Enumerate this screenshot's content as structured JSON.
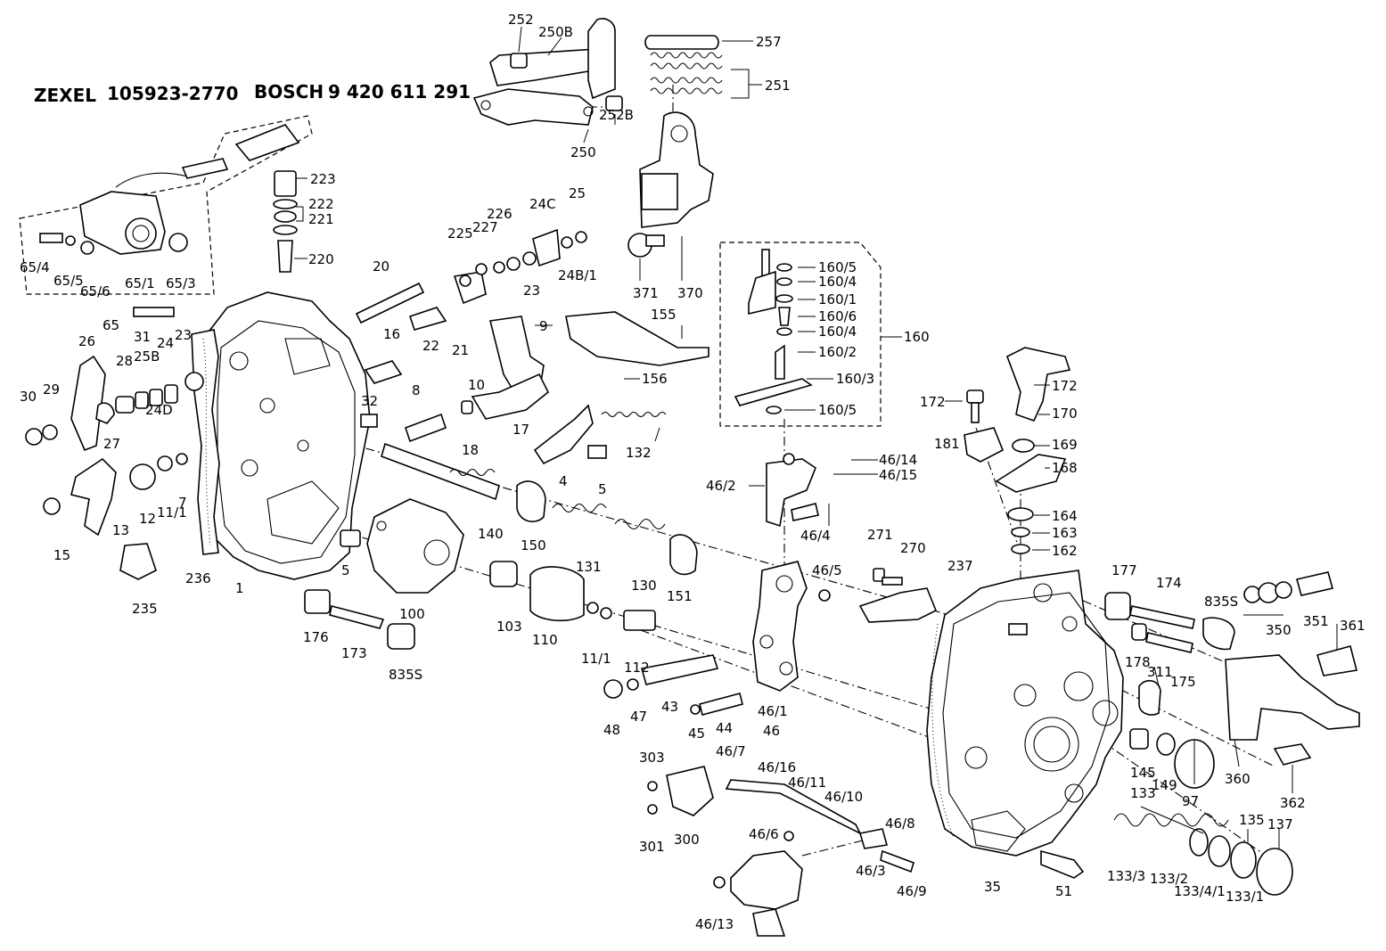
{
  "header": {
    "brand1": "ZEXEL",
    "code1": "105923-2770",
    "brand2": "BOSCH",
    "code2": "9 420 611 291"
  },
  "callouts": {
    "252": "252",
    "250B": "250B",
    "257": "257",
    "251": "251",
    "250": "250",
    "252B": "252B",
    "223": "223",
    "222": "222",
    "221": "221",
    "220": "220",
    "225": "225",
    "227": "227",
    "226": "226",
    "240": "24C",
    "25": "25",
    "248_1": "24B/1",
    "23a": "23",
    "371": "371",
    "370": "370",
    "65_4": "65/4",
    "65_5": "65/5",
    "65_6": "65/6",
    "65_1": "65/1",
    "65_3": "65/3",
    "65": "65",
    "20": "20",
    "22": "22",
    "21": "21",
    "9": "9",
    "155": "155",
    "156": "156",
    "160_5a": "160/5",
    "160_4a": "160/4",
    "160_1": "160/1",
    "160_6": "160/6",
    "160_4b": "160/4",
    "160_2": "160/2",
    "160_3": "160/3",
    "160_5b": "160/5",
    "160": "160",
    "31": "31",
    "26": "26",
    "24": "24",
    "23b": "23",
    "25B": "25B",
    "28": "28",
    "30": "30",
    "29": "29",
    "27": "27",
    "24D": "24D",
    "16": "16",
    "32": "32",
    "8": "8",
    "10": "10",
    "18": "18",
    "17": "17",
    "132": "132",
    "172a": "172",
    "172b": "172",
    "170": "170",
    "169": "169",
    "181": "181",
    "168": "168",
    "46_14": "46/14",
    "46_15": "46/15",
    "46_2": "46/2",
    "46_4": "46/4",
    "164": "164",
    "163": "163",
    "162": "162",
    "4": "4",
    "5a": "5",
    "13": "13",
    "12": "12",
    "11_1a": "11/1",
    "7": "7",
    "15": "15",
    "140": "140",
    "150": "150",
    "131": "131",
    "130": "130",
    "151": "151",
    "236": "236",
    "1": "1",
    "5b": "5",
    "100": "100",
    "235": "235",
    "271": "271",
    "270": "270",
    "46_5": "46/5",
    "237": "237",
    "177": "177",
    "174": "174",
    "835S_a": "835S",
    "350": "350",
    "351": "351",
    "361": "361",
    "176": "176",
    "173": "173",
    "835S_b": "835S",
    "103": "103",
    "110": "110",
    "11_1b": "11/1",
    "112": "112",
    "178": "178",
    "311": "311",
    "175": "175",
    "48": "48",
    "47": "47",
    "43": "43",
    "45": "45",
    "44": "44",
    "46_1": "46/1",
    "46": "46",
    "145": "145",
    "149": "149",
    "97": "97",
    "360": "360",
    "362": "362",
    "303": "303",
    "46_7": "46/7",
    "46_16": "46/16",
    "46_11": "46/11",
    "46_10": "46/10",
    "301": "301",
    "300": "300",
    "46_6": "46/6",
    "46_8": "46/8",
    "46_3": "46/3",
    "46_9": "46/9",
    "46_13": "46/13",
    "35": "35",
    "51": "51",
    "133": "133",
    "135": "135",
    "137": "137",
    "133_3": "133/3",
    "133_2": "133/2",
    "133_4_1": "133/4/1",
    "133_1": "133/1"
  }
}
